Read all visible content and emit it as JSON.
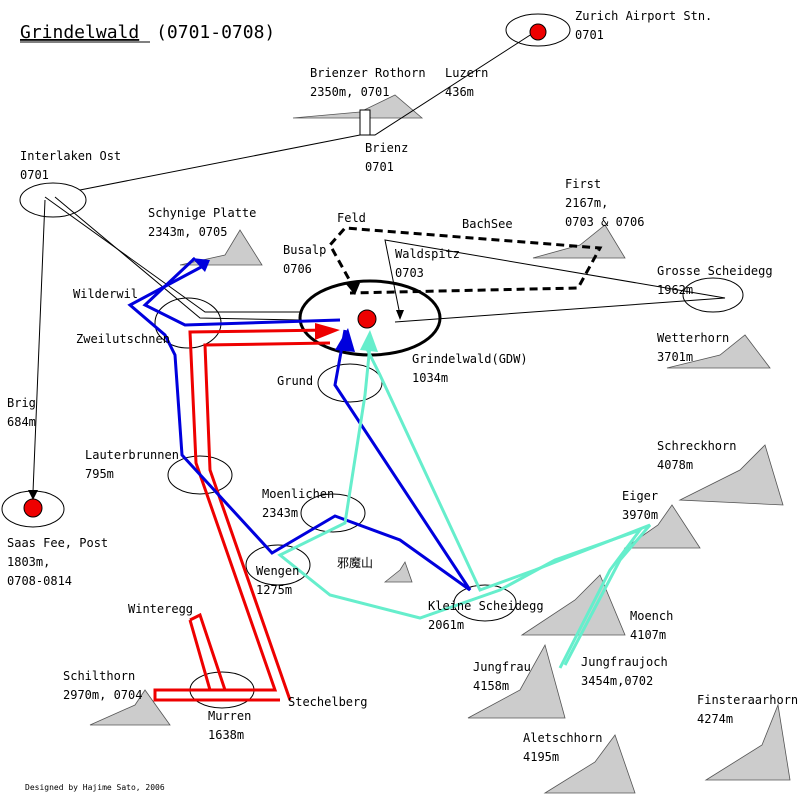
{
  "title": {
    "name": "Grindelwald",
    "period": "(0701-0708)"
  },
  "credit": "Designed by Hajime Sato, 2006",
  "colors": {
    "red": "#ee0000",
    "blue": "#0000dd",
    "teal": "#66eecc",
    "peak": "#cccccc",
    "black": "#000000"
  },
  "labels": {
    "zurich": [
      "Zurich Airport Stn.",
      "0701"
    ],
    "brienzer_rothorn": [
      "Brienzer Rothorn",
      "2350m, 0701"
    ],
    "luzern": [
      "Luzern",
      "436m"
    ],
    "brienz": [
      "Brienz",
      "0701"
    ],
    "interlaken": [
      "Interlaken Ost",
      "0701"
    ],
    "schynige": [
      "Schynige Platte",
      "2343m, 0705"
    ],
    "feld": [
      "Feld"
    ],
    "bachsee": [
      "BachSee"
    ],
    "first": [
      "First",
      "2167m,",
      "0703 & 0706"
    ],
    "busalp": [
      "Busalp",
      "0706"
    ],
    "waldspitz": [
      "Waldspitz",
      "0703"
    ],
    "grosse_scheidegg": [
      "Grosse Scheidegg",
      "1962m"
    ],
    "wilderwil": [
      "Wilderwil"
    ],
    "zweilutschnen": [
      "Zweilutschnen"
    ],
    "grindelwald": [
      "Grindelwald(GDW)",
      "1034m"
    ],
    "wetterhorn": [
      "Wetterhorn",
      "3701m"
    ],
    "grund": [
      "Grund"
    ],
    "brig": [
      "Brig",
      "684m"
    ],
    "lauterbrunnen": [
      "Lauterbrunnen",
      "795m"
    ],
    "schreckhorn": [
      "Schreckhorn",
      "4078m"
    ],
    "moenlichen": [
      "Moenlichen",
      "2343m"
    ],
    "eiger": [
      "Eiger",
      "3970m"
    ],
    "saas_fee": [
      "Saas Fee, Post",
      "1803m,",
      "0708-0814"
    ],
    "wengen": [
      "Wengen",
      "1275m"
    ],
    "jamayama": [
      "邪魔山"
    ],
    "kleine_scheidegg": [
      "Kleine Scheidegg",
      "2061m"
    ],
    "winteregg": [
      "Winteregg"
    ],
    "moench": [
      "Moench",
      "4107m"
    ],
    "jungfraujoch": [
      "Jungfraujoch",
      "3454m,0702"
    ],
    "jungfrau": [
      "Jungfrau",
      "4158m"
    ],
    "schilthorn": [
      "Schilthorn",
      "2970m, 0704"
    ],
    "murren": [
      "Murren",
      "1638m"
    ],
    "stechelberg": [
      "Stechelberg"
    ],
    "finsteraarhorn": [
      "Finsteraarhorn",
      "4274m"
    ],
    "aletschhorn": [
      "Aletschhorn",
      "4195m"
    ]
  }
}
